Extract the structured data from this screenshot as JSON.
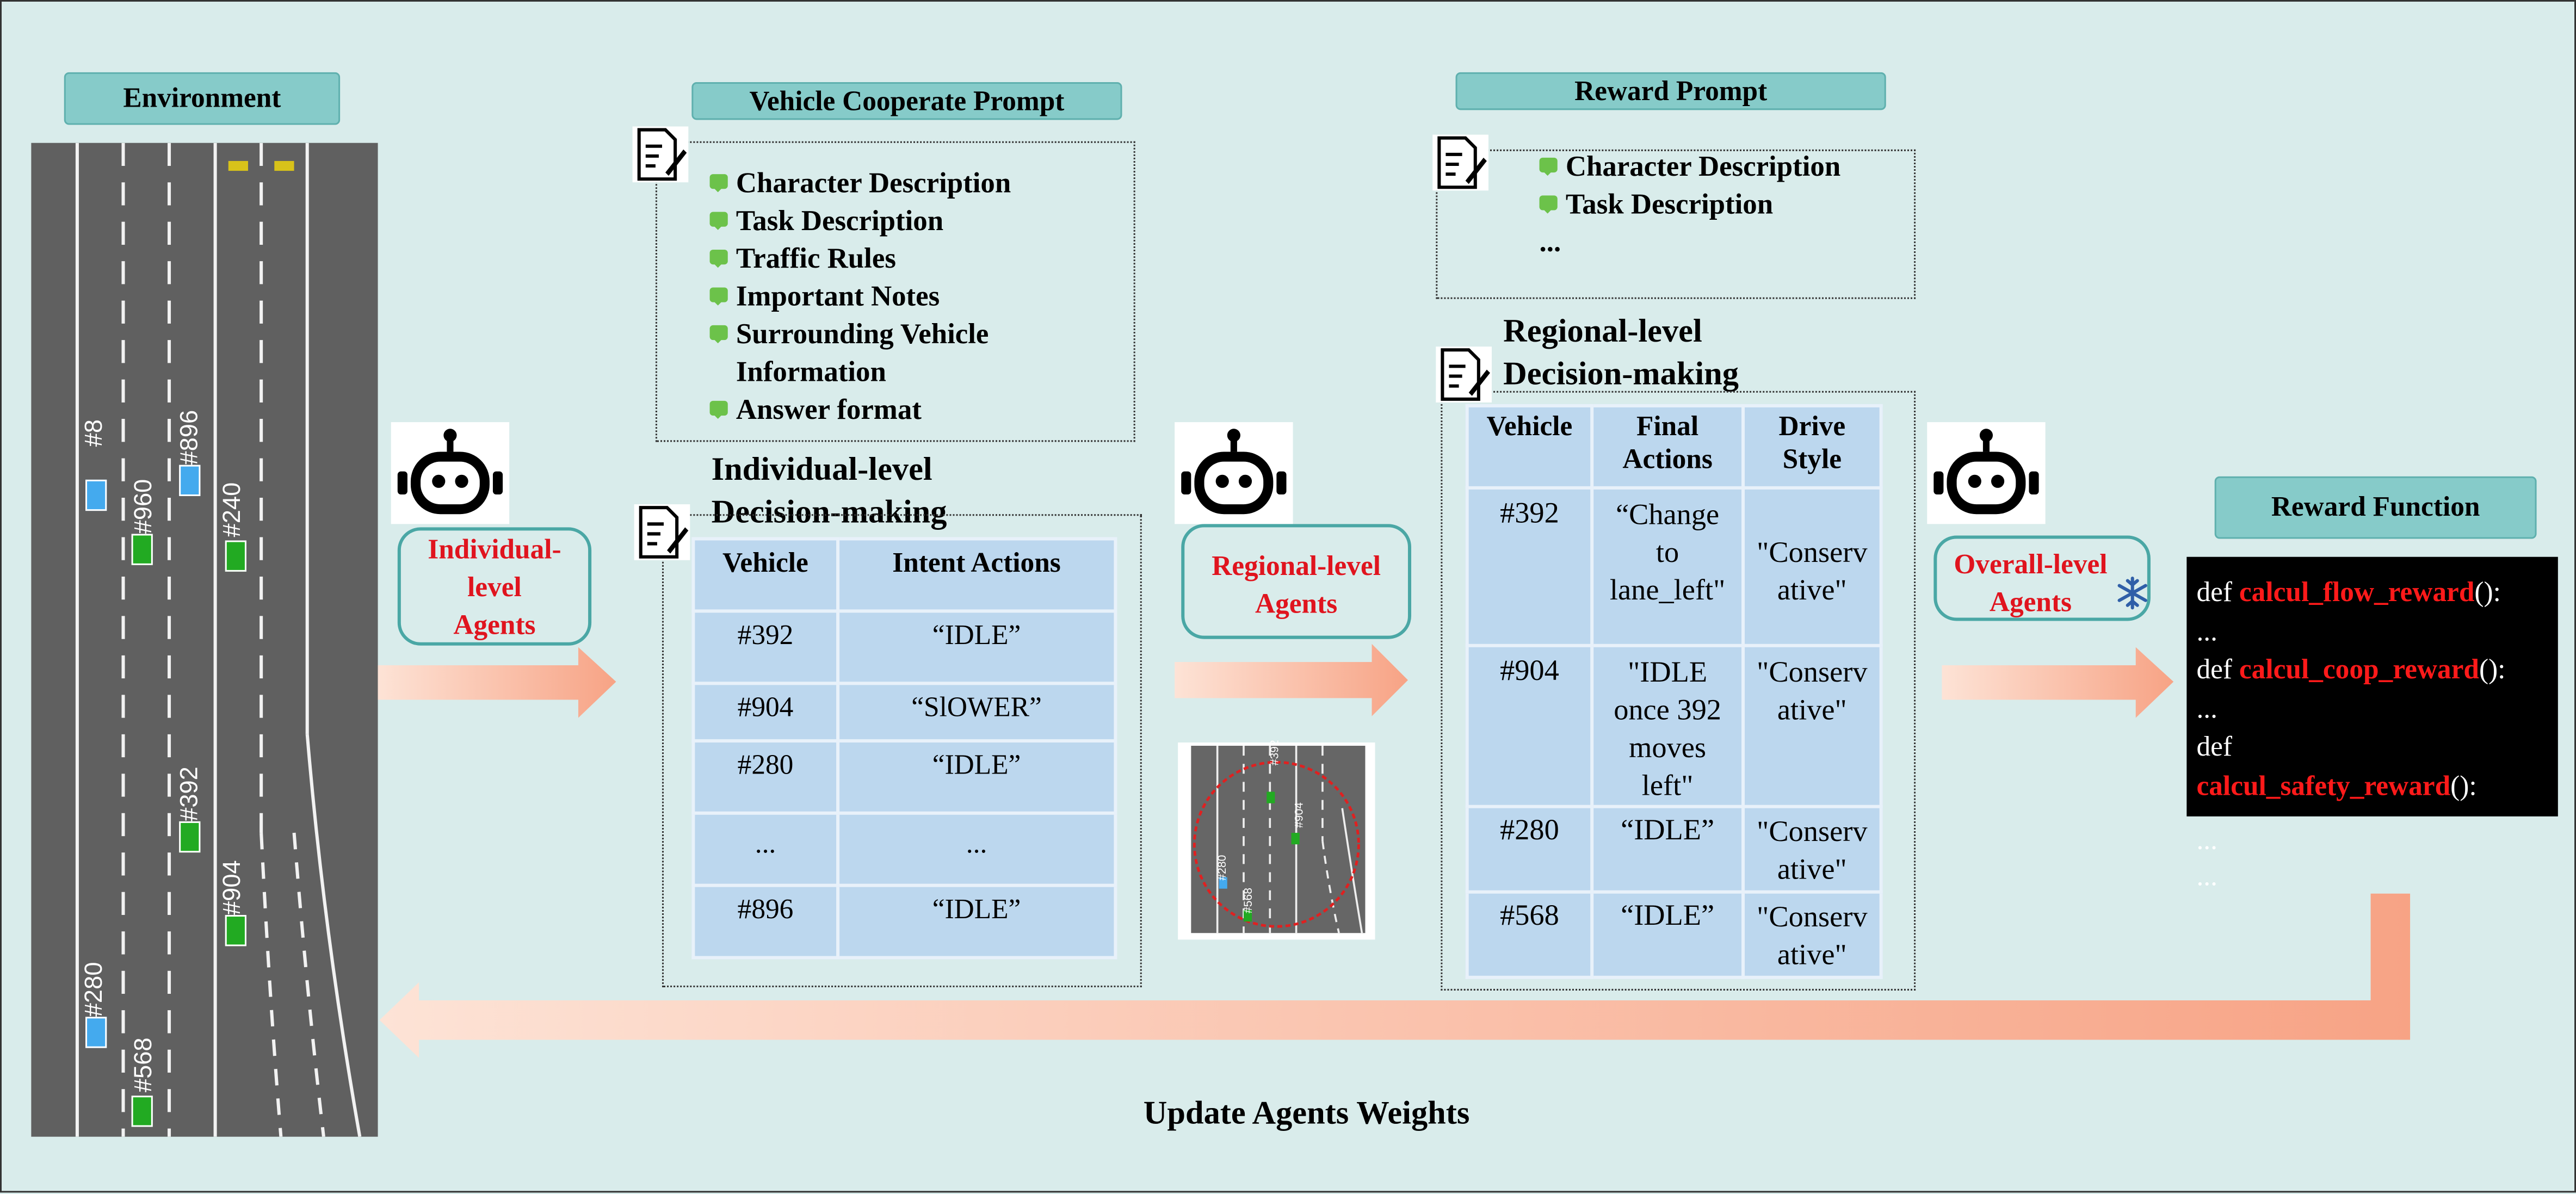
{
  "environment": {
    "header": "Environment",
    "vehicle_labels": [
      "#8",
      "#896",
      "#960",
      "#240",
      "#392",
      "#904",
      "#280",
      "#568"
    ]
  },
  "cooperate_prompt": {
    "header": "Vehicle Cooperate Prompt",
    "items": [
      "Character Description",
      "Task Description",
      "Traffic Rules",
      "Important Notes",
      "Surrounding Vehicle",
      "Information",
      "Answer format"
    ]
  },
  "individual": {
    "title_line1": "Individual-level",
    "title_line2": "Decision-making",
    "agent_label_line1": "Individual-",
    "agent_label_line2": "level",
    "agent_label_line3": "Agents",
    "columns": [
      "Vehicle",
      "Intent Actions"
    ],
    "rows": [
      [
        "#392",
        "“IDLE”"
      ],
      [
        "#904",
        "“SlOWER”"
      ],
      [
        "#280",
        "“IDLE”"
      ],
      [
        "...",
        "..."
      ],
      [
        "#896",
        "“IDLE”"
      ]
    ]
  },
  "regional_agent": {
    "label_line1": "Regional-level",
    "label_line2": "Agents",
    "thumb_labels": [
      "#392",
      "#904",
      "#280",
      "#568"
    ]
  },
  "reward_prompt": {
    "header": "Reward Prompt",
    "items": [
      "Character Description",
      "Task Description"
    ],
    "ellipsis": "..."
  },
  "regional": {
    "title_line1": "Regional-level",
    "title_line2": "Decision-making",
    "columns": [
      [
        "Vehicle"
      ],
      [
        "Final",
        "Actions"
      ],
      [
        "Drive",
        "Style"
      ]
    ],
    "rows": [
      {
        "vehicle": "#392",
        "action": [
          "“Change",
          "to",
          "lane_left\""
        ],
        "style": [
          "\"Conserv",
          "ative\""
        ]
      },
      {
        "vehicle": "#904",
        "action": [
          "\"IDLE",
          "once 392",
          "moves",
          "left\""
        ],
        "style": [
          "\"Conserv",
          "ative\""
        ]
      },
      {
        "vehicle": "#280",
        "action": [
          "“IDLE”"
        ],
        "style": [
          "\"Conserv",
          "ative\""
        ]
      },
      {
        "vehicle": "#568",
        "action": [
          "“IDLE”"
        ],
        "style": [
          "\"Conserv",
          "ative\""
        ]
      }
    ]
  },
  "overall_agent": {
    "label_line1": "Overall-level",
    "label_line2": "Agents"
  },
  "reward_function": {
    "header": "Reward Function",
    "lines": [
      {
        "pre": "def ",
        "fn": "calcul_flow_reward",
        "post": "():"
      },
      {
        "pre": "...",
        "fn": "",
        "post": ""
      },
      {
        "pre": "def ",
        "fn": "calcul_coop_reward",
        "post": "():"
      },
      {
        "pre": "...",
        "fn": "",
        "post": ""
      },
      {
        "pre": "def",
        "fn": "",
        "post": ""
      },
      {
        "pre": "",
        "fn": "calcul_safety_reward",
        "post": "():"
      },
      {
        "pre": "...",
        "fn": "",
        "post": ""
      },
      {
        "pre": "...",
        "fn": "",
        "post": ""
      }
    ]
  },
  "footer": "Update Agents Weights",
  "colors": {
    "background": "#d9eceb",
    "header": "#86cbc9",
    "table": "#bcd7ee",
    "arrow": "#f7a98a",
    "agent_text": "#e0141e",
    "car_green": "#22aa22",
    "car_blue": "#44aaee"
  }
}
